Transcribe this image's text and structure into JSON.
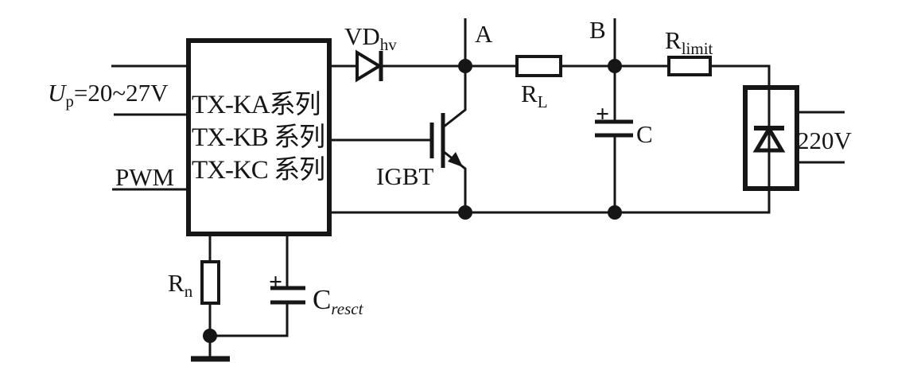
{
  "colors": {
    "ink": "#161616",
    "paper": "#ffffff"
  },
  "module": {
    "lines": [
      "TX-KA系列",
      "TX-KB 系列",
      "TX-KC 系列"
    ]
  },
  "inputs": {
    "supply": {
      "base": "U",
      "sub": "p",
      "value": "=20~27V"
    },
    "pwm": "PWM"
  },
  "nodes": {
    "a": "A",
    "b": "B"
  },
  "components": {
    "vd": {
      "base": "VD",
      "sub": "hv"
    },
    "igbt": "IGBT",
    "rl": {
      "base": "R",
      "sub": "L"
    },
    "rlimit": {
      "base": "R",
      "sub": "limit"
    },
    "rn": {
      "base": "R",
      "sub": "n"
    },
    "cap_main": {
      "label": "C",
      "polarity": "+"
    },
    "cap_reset": {
      "base": "C",
      "sub": "resct",
      "polarity": "+"
    },
    "load_voltage": "220V"
  }
}
